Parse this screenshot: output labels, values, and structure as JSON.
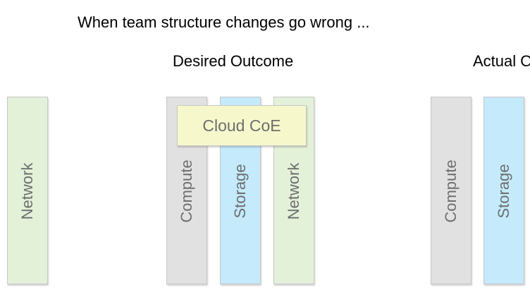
{
  "slide": {
    "title": "When team structure changes go wrong ..."
  },
  "sections": {
    "desired": {
      "heading": "Desired Outcome"
    },
    "actual": {
      "heading": "Actual O"
    }
  },
  "columns": {
    "left_network": "Network",
    "desired_compute": "Compute",
    "desired_storage": "Storage",
    "desired_network": "Network",
    "actual_compute": "Compute",
    "actual_storage": "Storage"
  },
  "overlay": {
    "cloud_coe": "Cloud CoE"
  },
  "colors": {
    "network": "#e3f1d9",
    "compute": "#e1e1e1",
    "storage": "#c4eafb",
    "cloud_coe": "#f6f8cc",
    "label_text": "#6e6e6e"
  }
}
